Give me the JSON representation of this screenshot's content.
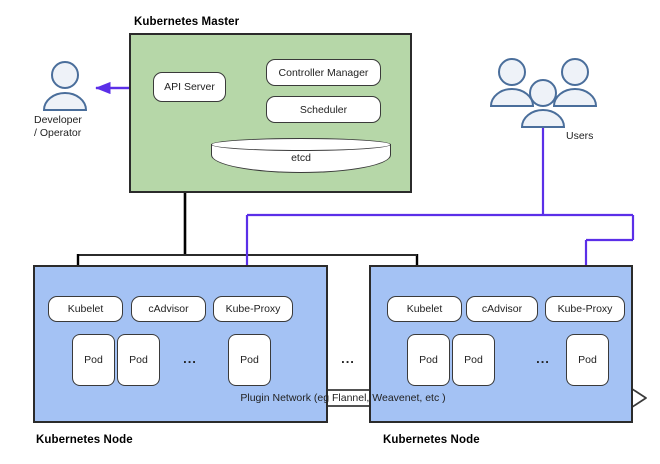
{
  "diagram": {
    "title_master": "Kubernetes Master",
    "node_label_left": "Kubernetes Node",
    "node_label_right": "Kubernetes Node",
    "actors": {
      "developer": {
        "label_line1": "Developer",
        "label_line2": "/ Operator",
        "icon": "person-icon"
      },
      "users": {
        "label": "Users",
        "icon": "people-group-icon"
      }
    },
    "master": {
      "components": [
        {
          "name": "api-server",
          "label": "API Server"
        },
        {
          "name": "controller-manager",
          "label": "Controller Manager"
        },
        {
          "name": "scheduler",
          "label": "Scheduler"
        },
        {
          "name": "etcd",
          "label": "etcd"
        }
      ]
    },
    "nodes": [
      {
        "name": "node-left",
        "daemons": [
          {
            "name": "kubelet",
            "label": "Kubelet"
          },
          {
            "name": "cadvisor",
            "label": "cAdvisor"
          },
          {
            "name": "kube-proxy",
            "label": "Kube-Proxy"
          }
        ],
        "pods": [
          {
            "label": "Pod"
          },
          {
            "label": "Pod"
          },
          {
            "label": "Pod"
          }
        ],
        "pod_ellipsis": "...",
        "network_label": "Plugin Network (eg Flannel, Weavenet, etc )"
      },
      {
        "name": "node-right",
        "daemons": [
          {
            "name": "kubelet",
            "label": "Kubelet"
          },
          {
            "name": "cadvisor",
            "label": "cAdvisor"
          },
          {
            "name": "kube-proxy",
            "label": "Kube-Proxy"
          }
        ],
        "pods": [
          {
            "label": "Pod"
          },
          {
            "label": "Pod"
          },
          {
            "label": "Pod"
          }
        ],
        "pod_ellipsis": "..."
      }
    ],
    "network_bar": {
      "label": "Plugin Network (eg Flannel, Weavenet, etc )"
    },
    "between_nodes_ellipsis": "...",
    "colors": {
      "master_fill": "#b6d7a8",
      "node_fill": "#a4c2f4",
      "component_fill": "#ffffff",
      "outline": "#2b2b2b",
      "control_arrow": "#000000",
      "traffic_arrow": "#5b2fe8",
      "person_stroke": "#4a6e9b",
      "person_fill": "#eef2f8",
      "background": "#ffffff"
    }
  }
}
